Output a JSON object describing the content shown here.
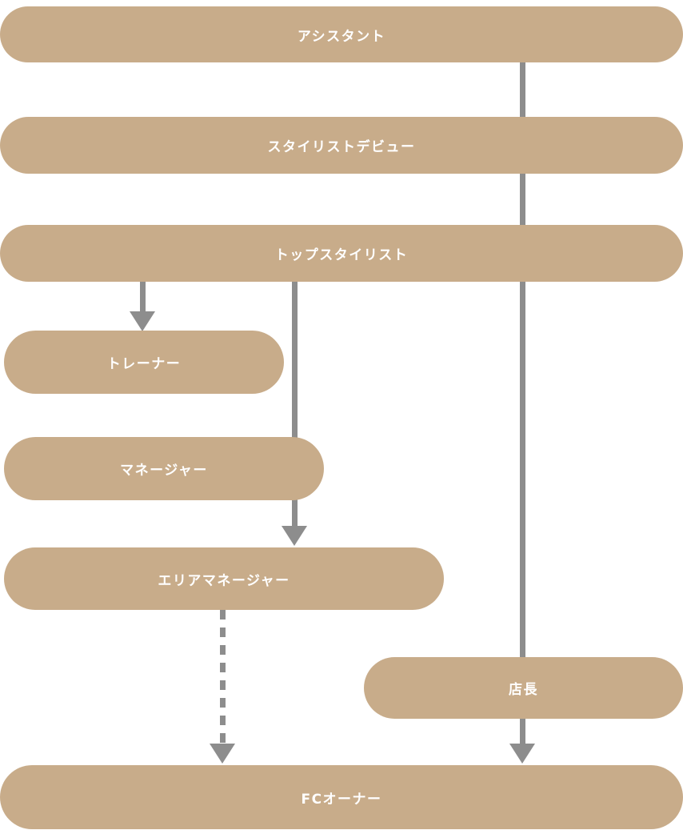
{
  "nodes": {
    "assistant": {
      "label": "アシスタント"
    },
    "stylist_debut": {
      "label": "スタイリストデビュー"
    },
    "top_stylist": {
      "label": "トップスタイリスト"
    },
    "trainer": {
      "label": "トレーナー"
    },
    "manager": {
      "label": "マネージャー"
    },
    "area_manager": {
      "label": "エリアマネージャー"
    },
    "store_manager": {
      "label": "店長"
    },
    "fc_owner": {
      "label": "FCオーナー"
    }
  },
  "edges": [
    {
      "from": "assistant",
      "to": "fc_owner",
      "style": "solid",
      "via": [
        "stylist_debut",
        "top_stylist",
        "store_manager"
      ]
    },
    {
      "from": "top_stylist",
      "to": "trainer",
      "style": "solid"
    },
    {
      "from": "top_stylist",
      "to": "area_manager",
      "style": "solid",
      "via": [
        "manager"
      ]
    },
    {
      "from": "area_manager",
      "to": "fc_owner",
      "style": "dashed"
    }
  ],
  "colors": {
    "pill": "#c8ac8a",
    "arrow": "#8d8d8d",
    "text": "#ffffff",
    "background": "#ffffff"
  }
}
